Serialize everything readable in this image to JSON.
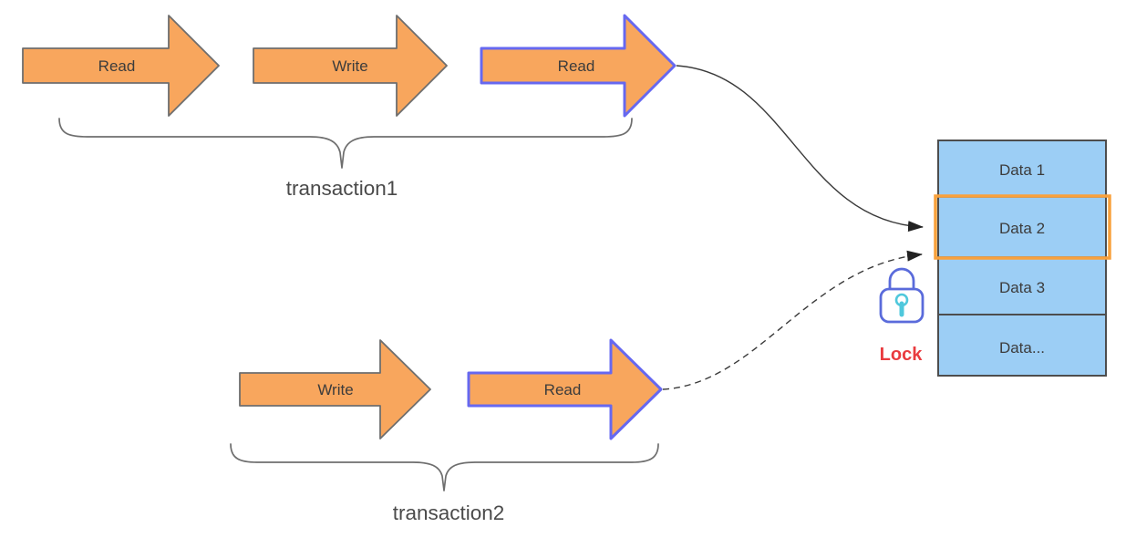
{
  "diagram_type": "transaction-locking-diagram",
  "transactions": [
    {
      "label": "transaction1",
      "steps": [
        "Read",
        "Write",
        "Read"
      ],
      "locked_step": "Read"
    },
    {
      "label": "transaction2",
      "steps": [
        "Write",
        "Read"
      ],
      "locked_step": "Read"
    }
  ],
  "data_table": {
    "rows": [
      "Data 1",
      "Data 2",
      "Data 3",
      "Data..."
    ],
    "highlighted_row": "Data 2"
  },
  "lock": {
    "label": "Lock"
  },
  "connectors": [
    {
      "from": "transaction1 Read",
      "to": "Data 2",
      "style": "solid"
    },
    {
      "from": "transaction2 Read",
      "to": "Data 2",
      "style": "dashed"
    }
  ],
  "colors": {
    "arrow_fill": "#F8A65D",
    "arrow_border": "#6E6E6E",
    "locked_arrow_border": "#6668F0",
    "table_fill": "#9CCEF5",
    "table_border": "#4D4D4D",
    "highlight_border": "#F9A13C",
    "lock_icon": "#5A6BDB",
    "keyhole": "#4FC8DC",
    "lock_text": "#E93B3F",
    "text": "#3C3C3C"
  }
}
